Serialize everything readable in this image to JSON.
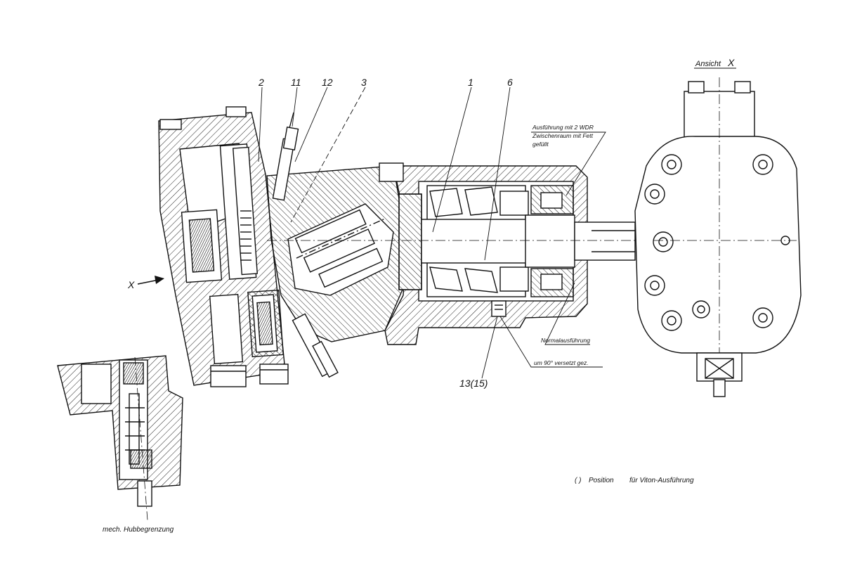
{
  "labels": {
    "callout_2": "2",
    "callout_11": "11",
    "callout_12": "12",
    "callout_3": "3",
    "callout_1": "1",
    "callout_6": "6",
    "callout_13_15": "13(15)",
    "view_arrow": "X",
    "view_title": "Ansicht",
    "view_letter": "X",
    "seal_variant_line1": "Ausführung mit 2 WDR",
    "seal_variant_line2": "Zwischenraum mit Fett",
    "seal_variant_line3": "gefüllt",
    "normal_variant": "Normalausführung",
    "rotated_note": "um 90° versetzt gez.",
    "position_note_bracket": "( )",
    "position_note_text": "Position",
    "position_note_suffix": "für Viton-Ausführung",
    "stroke_limiter_caption": "mech. Hubbegrenzung"
  },
  "colors": {
    "ink": "#111111",
    "background": "#ffffff"
  }
}
